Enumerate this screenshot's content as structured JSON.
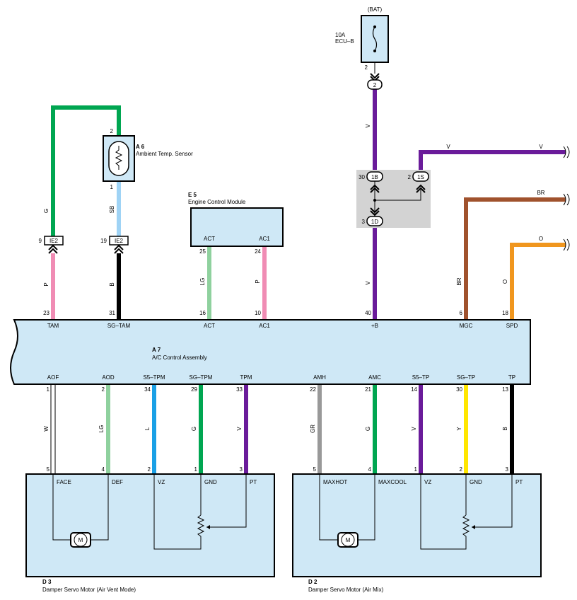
{
  "power": {
    "bat_label": "(BAT)",
    "fuse_rating": "10A",
    "fuse_name": "ECU–B",
    "fuse_pin": "2",
    "connector_2": "2"
  },
  "sensor": {
    "id": "A 6",
    "name": "Ambient Temp.  Sensor",
    "pin_top": "2",
    "pin_bottom": "1"
  },
  "ecm": {
    "id": "E 5",
    "name": "Engine Control Module",
    "terminals": [
      {
        "label": "ACT",
        "pin": "25"
      },
      {
        "label": "AC1",
        "pin": "24"
      }
    ]
  },
  "junction": {
    "connectors": [
      "1B",
      "1S",
      "1D"
    ],
    "pins": [
      "30",
      "2",
      "3"
    ]
  },
  "inline_connectors": [
    {
      "name": "IE2",
      "pin": "9"
    },
    {
      "name": "IE2",
      "pin": "19"
    }
  ],
  "ac_assembly": {
    "id": "A 7",
    "name": "A/C Control Assembly",
    "top_terminals": [
      {
        "label": "TAM",
        "pin": "23"
      },
      {
        "label": "SG–TAM",
        "pin": "31"
      },
      {
        "label": "ACT",
        "pin": "16"
      },
      {
        "label": "AC1",
        "pin": "10"
      },
      {
        "label": "+B",
        "pin": "40"
      },
      {
        "label": "MGC",
        "pin": "6"
      },
      {
        "label": "SPD",
        "pin": "18"
      }
    ],
    "bottom_terminals": [
      {
        "label": "AOF",
        "pin": "1"
      },
      {
        "label": "AOD",
        "pin": "2"
      },
      {
        "label": "S5–TPM",
        "pin": "34"
      },
      {
        "label": "SG–TPM",
        "pin": "29"
      },
      {
        "label": "TPM",
        "pin": "33"
      },
      {
        "label": "AMH",
        "pin": "22"
      },
      {
        "label": "AMC",
        "pin": "21"
      },
      {
        "label": "S5–TP",
        "pin": "14"
      },
      {
        "label": "SG–TP",
        "pin": "30"
      },
      {
        "label": "TP",
        "pin": "13"
      }
    ]
  },
  "wire_colors": {
    "g_tam": "G",
    "p_tam": "P",
    "sb": "SB",
    "b_sgtam": "B",
    "lg_act": "LG",
    "p_ac1": "P",
    "v_top": "V",
    "v_main": "V",
    "v_out1": "V",
    "v_out2": "V",
    "br_out": "BR",
    "br_down": "BR",
    "o_out": "O",
    "o_down": "O",
    "w_aof": "W",
    "lg_aod": "LG",
    "l_s5tpm": "L",
    "g_sgtpm": "G",
    "v_tpm": "V",
    "gr_amh": "GR",
    "g_amc": "G",
    "v_s5tp": "V",
    "y_sgtp": "Y",
    "b_tp": "B"
  },
  "motor_d3": {
    "id": "D 3",
    "name": "Damper Servo Motor (Air Vent Mode)",
    "terminals": [
      {
        "label": "FACE",
        "pin": "5"
      },
      {
        "label": "DEF",
        "pin": "4"
      },
      {
        "label": "VZ",
        "pin": "2"
      },
      {
        "label": "GND",
        "pin": "1"
      },
      {
        "label": "PT",
        "pin": "3"
      }
    ],
    "motor_label": "M"
  },
  "motor_d2": {
    "id": "D 2",
    "name": "Damper Servo Motor (Air Mix)",
    "terminals": [
      {
        "label": "MAXHOT",
        "pin": "5"
      },
      {
        "label": "MAXCOOL",
        "pin": "4"
      },
      {
        "label": "VZ",
        "pin": "1"
      },
      {
        "label": "GND",
        "pin": "2"
      },
      {
        "label": "PT",
        "pin": "3"
      }
    ],
    "motor_label": "M"
  },
  "colors": {
    "green": "#00a651",
    "pink": "#f08cb4",
    "lightblue": "#9fd3f5",
    "black": "#000000",
    "lightgreen": "#8fd19e",
    "violet": "#6a1b9a",
    "brown": "#a0522d",
    "orange": "#f0961e",
    "white": "#ffffff",
    "blue": "#1aa0e6",
    "gray": "#999999",
    "yellow": "#ffe600",
    "box_fill": "#cfe8f6",
    "junction_fill": "#d3d3d3"
  }
}
